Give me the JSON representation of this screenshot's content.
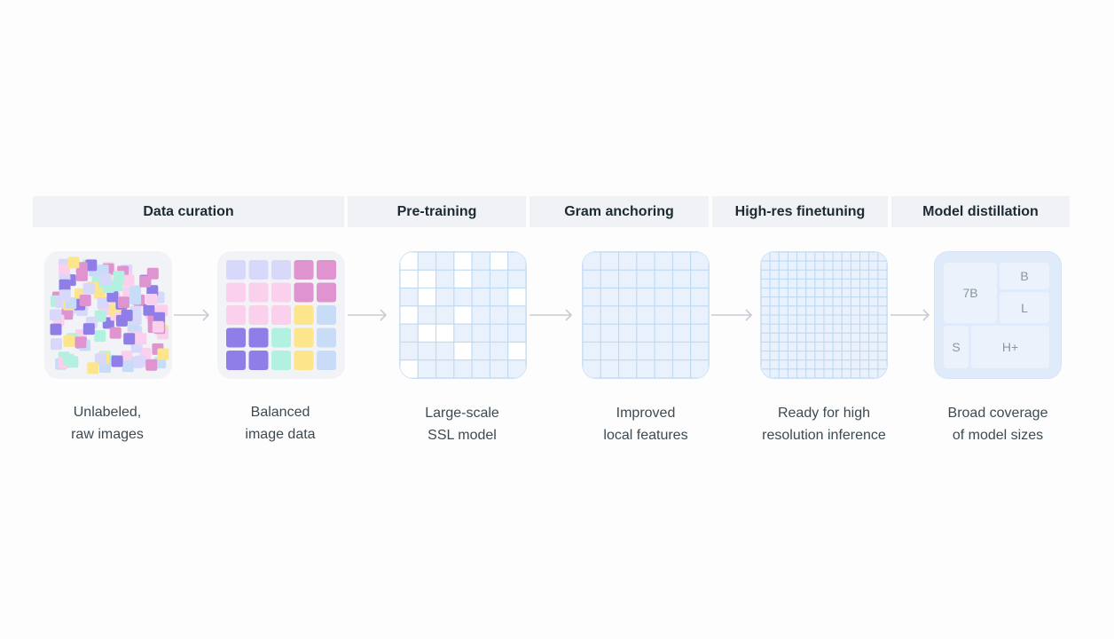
{
  "stages": [
    {
      "header": "Data curation",
      "caption": [
        "Unlabeled,",
        "raw images"
      ]
    },
    {
      "caption": [
        "Balanced",
        "image data"
      ]
    },
    {
      "header": "Pre-training",
      "caption": [
        "Large-scale",
        "SSL model"
      ]
    },
    {
      "header": "Gram anchoring",
      "caption": [
        "Improved",
        "local features"
      ]
    },
    {
      "header": "High-res finetuning",
      "caption": [
        "Ready for high",
        "resolution inference"
      ]
    },
    {
      "header": "Model distillation",
      "caption": [
        "Broad coverage",
        "of model sizes"
      ]
    }
  ],
  "model_sizes": {
    "b7": "7B",
    "b": "B",
    "l": "L",
    "s": "S",
    "hplus": "H+"
  },
  "colors": {
    "purple": "#8f7de8",
    "pink": "#fbd0ec",
    "magenta": "#df94cf",
    "lavender": "#d8d8fb",
    "mint": "#b2f0e0",
    "yellow": "#fce58a",
    "blue": "#c9dcf7",
    "grid_line": "#bcd8f2",
    "grid_fill": "#e9f2fc"
  }
}
